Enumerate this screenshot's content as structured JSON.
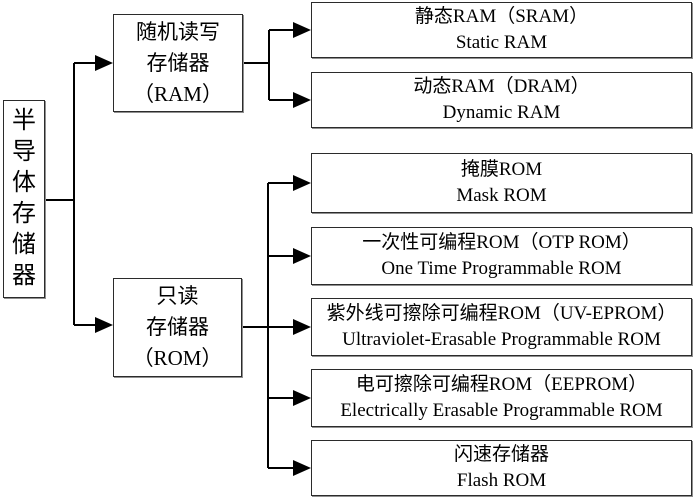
{
  "colors": {
    "background": "#ffffff",
    "box_border": "#2b2b2b",
    "box_shadow": "#8f8f8f",
    "line": "#000000",
    "text": "#000000"
  },
  "root": {
    "label": "半导体存储器"
  },
  "branches": [
    {
      "label": "随机读写\n存储器\n（RAM）",
      "children": [
        {
          "cn": "静态RAM（SRAM）",
          "en": "Static RAM"
        },
        {
          "cn": "动态RAM（DRAM）",
          "en": "Dynamic RAM"
        }
      ]
    },
    {
      "label": "只读\n存储器\n（ROM）",
      "children": [
        {
          "cn": "掩膜ROM",
          "en": "Mask ROM"
        },
        {
          "cn": "一次性可编程ROM（OTP ROM）",
          "en": "One Time Programmable ROM"
        },
        {
          "cn": "紫外线可擦除可编程ROM（UV-EPROM）",
          "en": "Ultraviolet-Erasable Programmable ROM"
        },
        {
          "cn": "电可擦除可编程ROM（EEPROM）",
          "en": "Electrically Erasable Programmable ROM"
        },
        {
          "cn": "闪速存储器",
          "en": "Flash ROM"
        }
      ]
    }
  ]
}
